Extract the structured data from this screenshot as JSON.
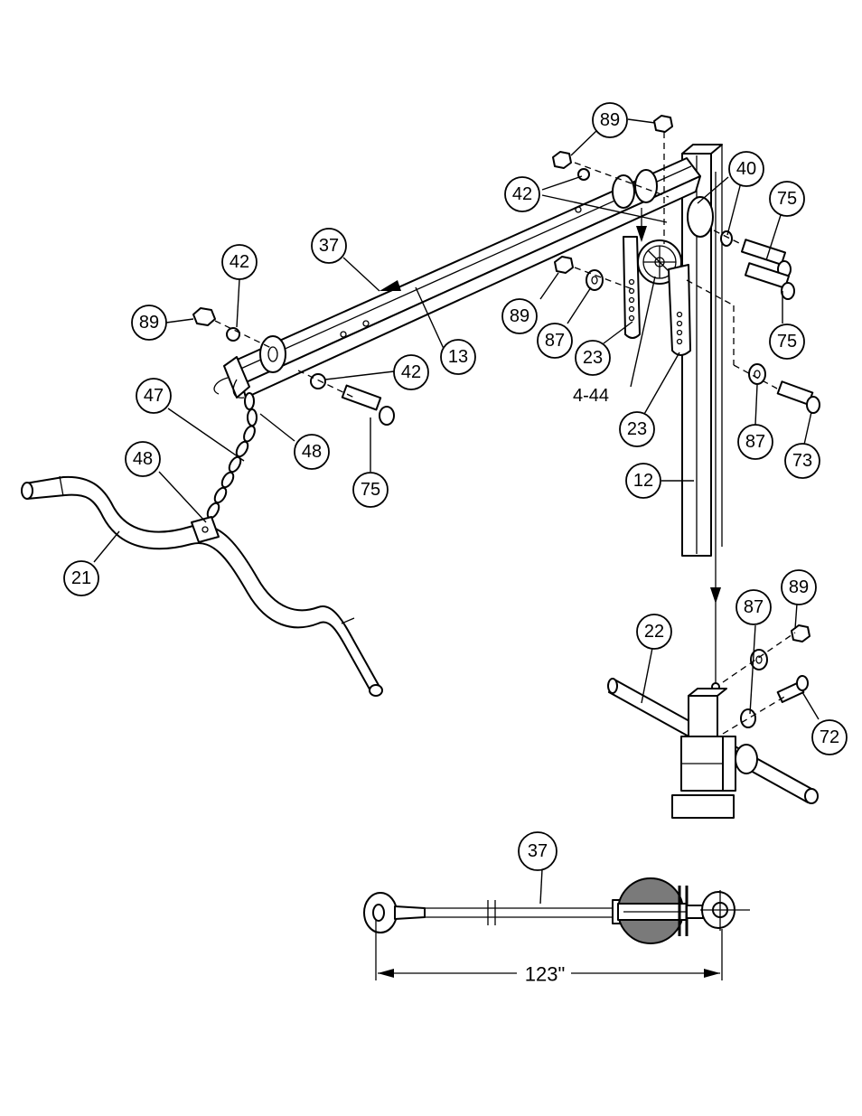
{
  "callouts": {
    "c89_top": "89",
    "c42_top": "42",
    "c40": "40",
    "c75_top": "75",
    "c75_right": "75",
    "c37_top": "37",
    "c42_left": "42",
    "c89_left": "89",
    "c13": "13",
    "c89_mid": "89",
    "c87_mid": "87",
    "c23_left": "23",
    "c23_right": "23",
    "c87_right": "87",
    "c73": "73",
    "c42_mid": "42",
    "c47": "47",
    "c48_right": "48",
    "c48_left": "48",
    "c75_bottom": "75",
    "c21": "21",
    "c12": "12",
    "c22": "22",
    "c87_low": "87",
    "c89_low": "89",
    "c72": "72",
    "c37_cable": "37"
  },
  "labels": {
    "pulley_qty": "4-44"
  },
  "dimension": {
    "cable_length": "123\""
  }
}
